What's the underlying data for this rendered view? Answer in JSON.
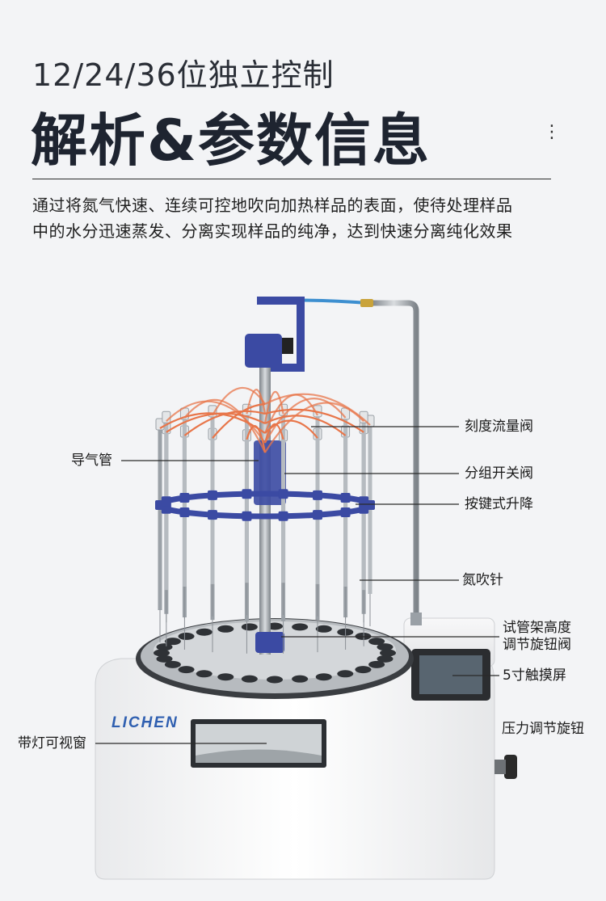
{
  "header": {
    "subtitle": "12/24/36位独立控制",
    "title": "解析&参数信息",
    "more_icon": "vertical-dots-icon"
  },
  "description": {
    "line1": "通过将氮气快速、连续可控地吹向加热样品的表面，使待处理样品",
    "line2": "中的水分迅速蒸发、分离实现样品的纯净，达到快速分离纯化效果"
  },
  "device": {
    "brand": "LICHEN"
  },
  "callouts": {
    "flow_valve": "刻度流量阀",
    "gas_tube": "导气管",
    "group_switch_valve": "分组开关阀",
    "button_lift": "按键式升降",
    "nitrogen_needle": "氮吹针",
    "rack_height_line1": "试管架高度",
    "rack_height_line2": "调节旋钮阀",
    "touchscreen": "5寸触摸屏",
    "light_window": "带灯可视窗",
    "pressure_knob": "压力调节旋钮"
  },
  "colors": {
    "accent_blue": "#3b4aa3",
    "tube_orange": "#e8764a",
    "steel": "#9aa0a6",
    "base_white": "#fbfbfb",
    "brand_blue": "#2f5fb0"
  }
}
